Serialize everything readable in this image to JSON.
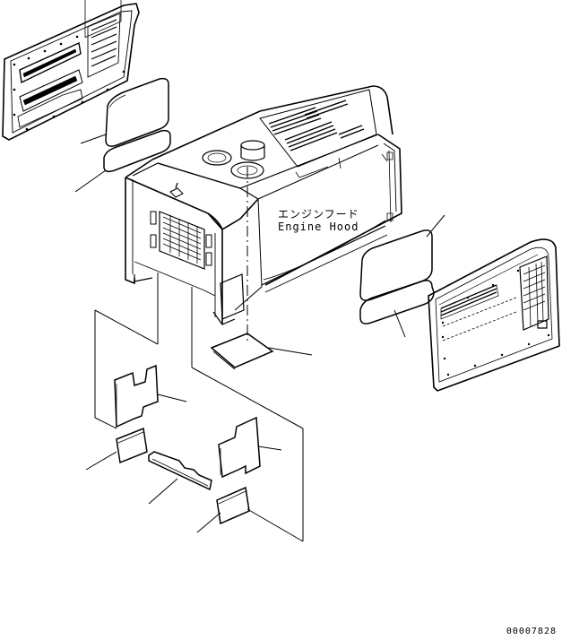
{
  "hood_label": {
    "japanese": "エンジンフード",
    "english": "Engine Hood"
  },
  "drawing_number": "00007828",
  "colors": {
    "line": "#000000",
    "background": "#ffffff"
  }
}
